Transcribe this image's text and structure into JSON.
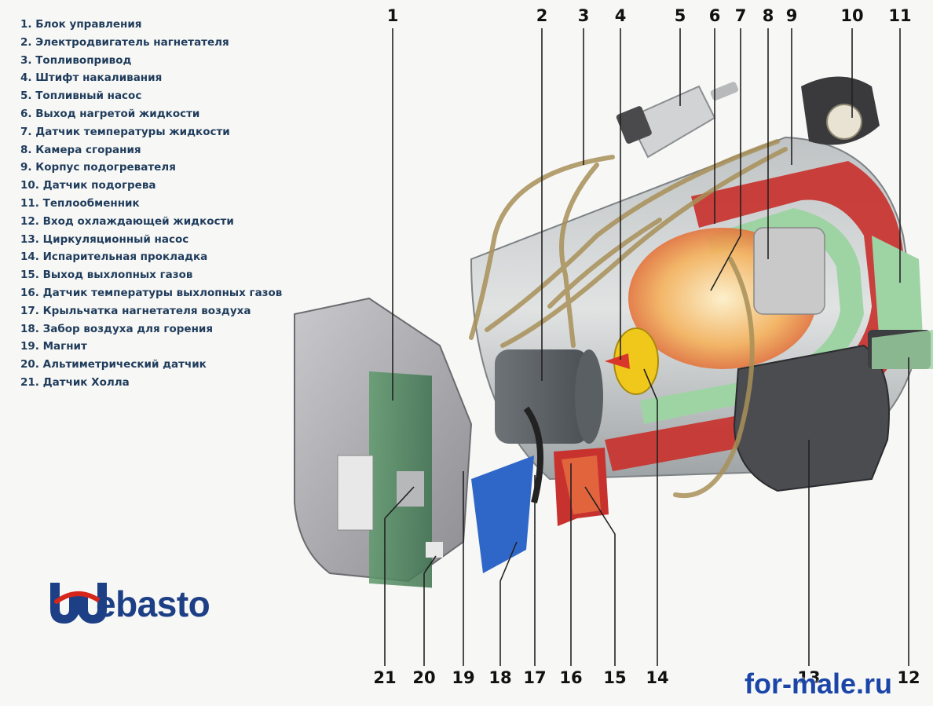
{
  "legend": [
    "1. Блок управления",
    "2. Электродвигатель нагнетателя",
    "3. Топливопривод",
    "4. Штифт накаливания",
    "5. Топливный насос",
    "6. Выход нагретой жидкости",
    "7. Датчик температуры жидкости",
    "8. Камера сгорания",
    "9. Корпус подогревателя",
    "10. Датчик подогрева",
    "11. Теплообменник",
    "12. Вход охлаждающей жидкости",
    "13. Циркуляционный насос",
    "14. Испарительная прокладка",
    "15. Выход выхлопных газов",
    "16. Датчик температуры выхлопных газов",
    "17. Крыльчатка нагнетателя воздуха",
    "18. Забор воздуха для горения",
    "19. Магнит",
    "20. Альтиметрический датчик",
    "21. Датчик Холла"
  ],
  "callouts_top": [
    "1",
    "2",
    "3",
    "4",
    "5",
    "6",
    "7",
    "8",
    "9",
    "10",
    "11"
  ],
  "callouts_bottom": [
    "21",
    "20",
    "19",
    "18",
    "17",
    "16",
    "15",
    "14",
    "13",
    "12"
  ],
  "logo": {
    "text": "Webasto",
    "color": "#1c3f86",
    "accent": "#d5261c"
  },
  "watermark": "for-male.ru"
}
